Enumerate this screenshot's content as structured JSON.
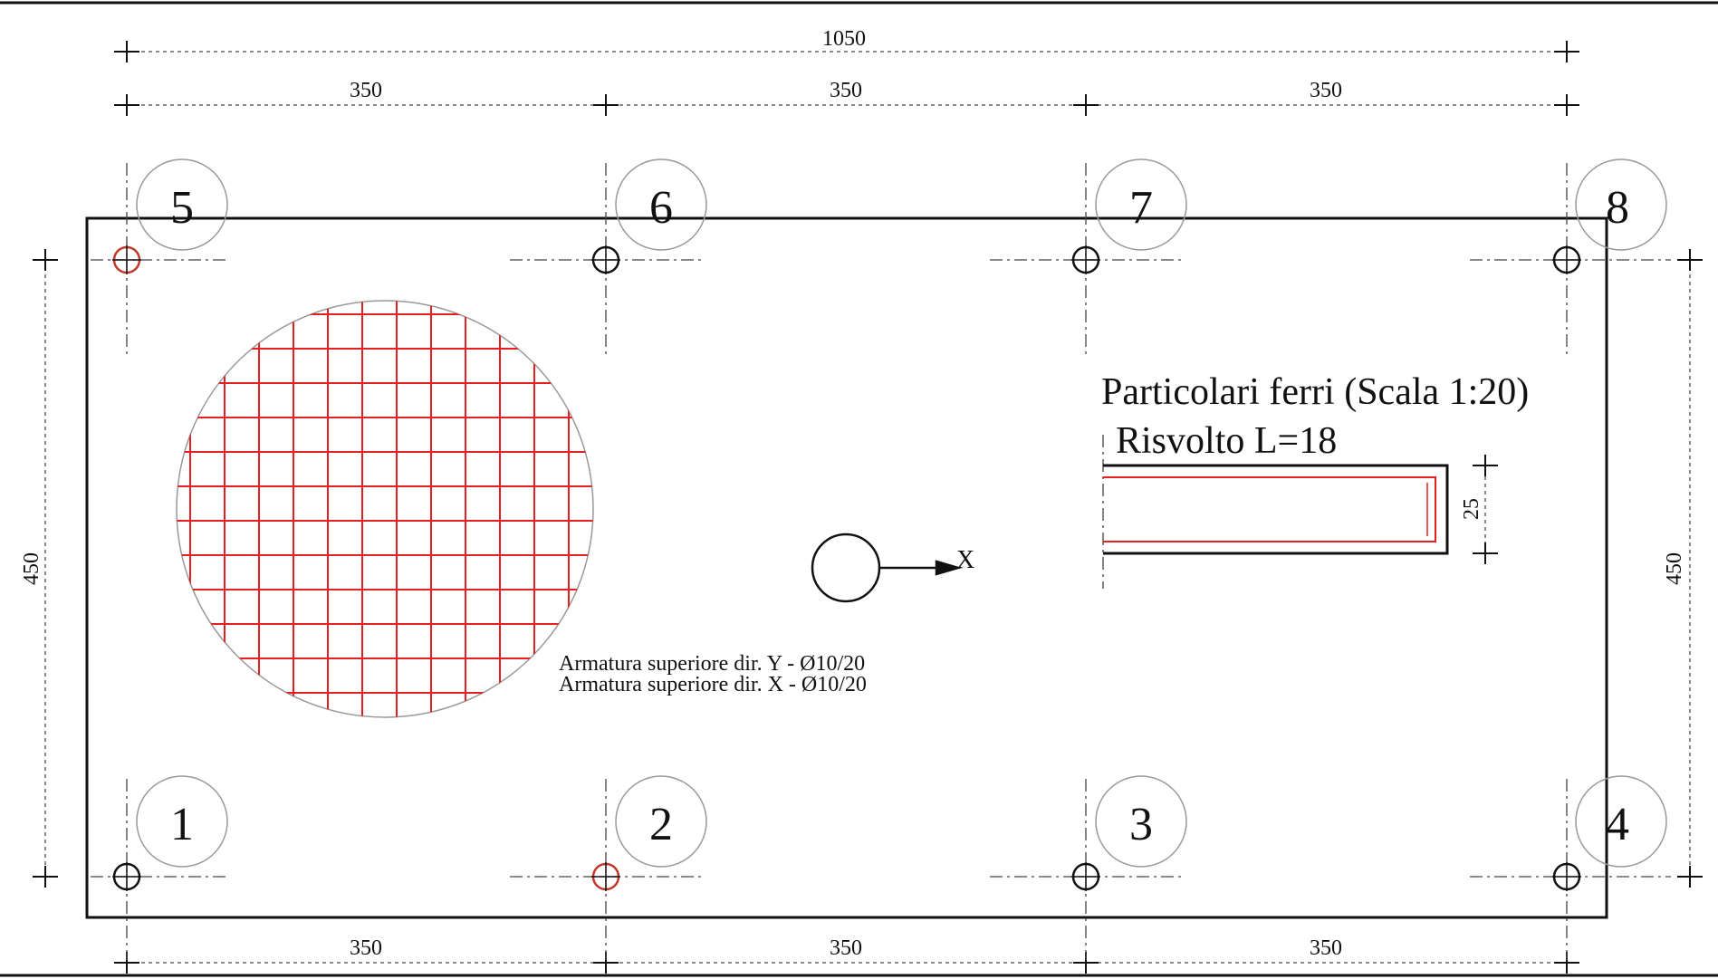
{
  "dimensions": {
    "overall_width": "1050",
    "top_spans": [
      "350",
      "350",
      "350"
    ],
    "bottom_spans": [
      "350",
      "350",
      "350"
    ],
    "left_height": "450",
    "right_height": "450"
  },
  "piles": {
    "top_labels": [
      "5",
      "6",
      "7",
      "8"
    ],
    "bottom_labels": [
      "1",
      "2",
      "3",
      "4"
    ]
  },
  "detail": {
    "title": "Particolari ferri (Scala 1:20)",
    "subtitle": "Risvolto L=18",
    "height_label": "25"
  },
  "reinforcement": {
    "note_y": "Armatura superiore dir. Y - Ø10/20",
    "note_x": "Armatura superiore dir. X - Ø10/20"
  },
  "axis": {
    "label": "X"
  },
  "colors": {
    "line": "#111111",
    "rebar": "#e41f1f",
    "thin": "#8a8a8a"
  }
}
